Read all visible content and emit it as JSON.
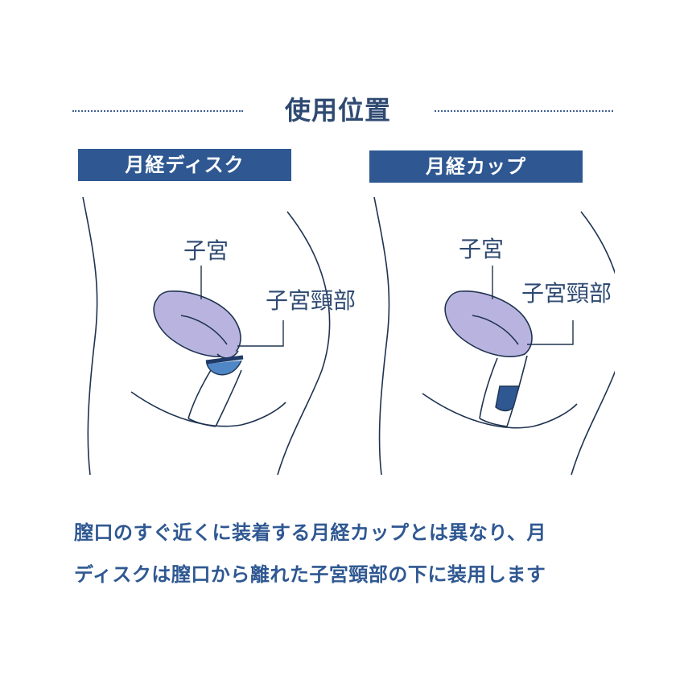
{
  "heading": "使用位置",
  "panels": [
    {
      "title": "月経ディスク",
      "labels": {
        "uterus": "子宮",
        "cervix": "子宮頸部"
      }
    },
    {
      "title": "月経カップ",
      "labels": {
        "uterus": "子宮",
        "cervix": "子宮頸部"
      }
    }
  ],
  "description": [
    "膣口のすぐ近くに装着する月経カップとは異なり、月",
    "ディスクは膣口から離れた子宮頸部の下に装用します"
  ],
  "colors": {
    "navy": "#2f5892",
    "heading_text": "#2f4a72",
    "uterus_fill": "#b9b4df",
    "device_fill": "#2f5892",
    "outline": "#1f3350"
  }
}
